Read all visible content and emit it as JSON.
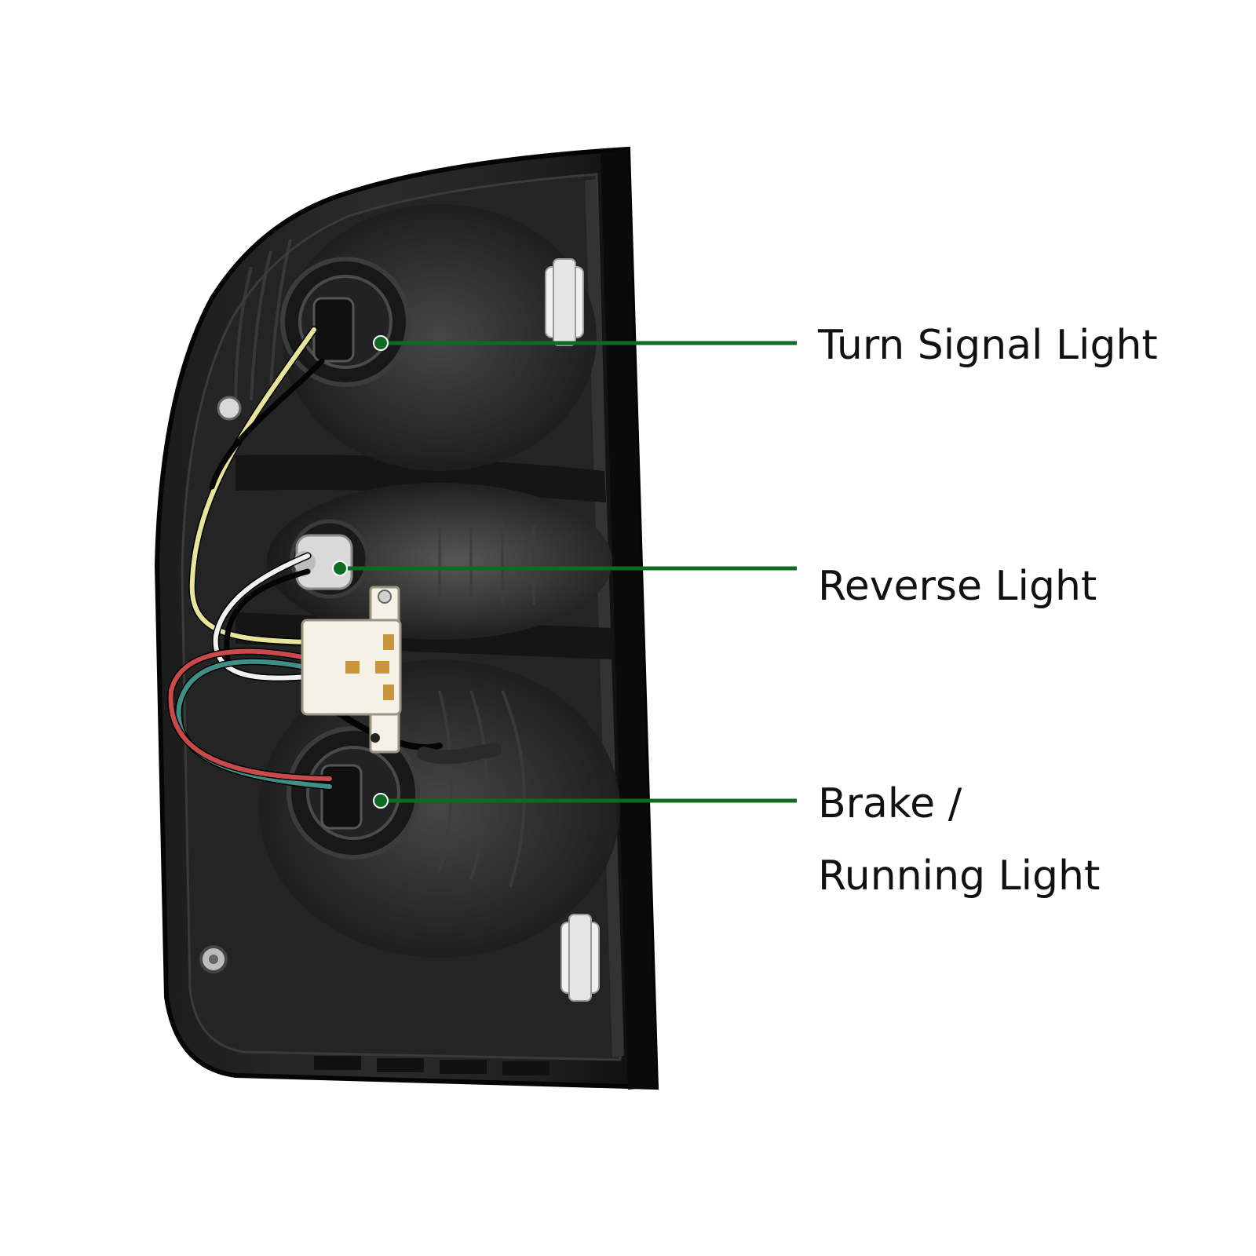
{
  "callouts": {
    "turn_signal": "Turn Signal Light",
    "reverse": "Reverse Light",
    "brake_line1": "Brake /",
    "brake_line2": "Running Light"
  },
  "colors": {
    "background": "#ffffff",
    "leader_line": "#0d6b24",
    "housing": "#1a1a1a",
    "wire_yellow": "#e8e59a",
    "wire_white": "#f2f2f2",
    "wire_green": "#3f8f86",
    "wire_red": "#c94a4a",
    "wire_black": "#0a0a0a",
    "connector": "#f5f1e6",
    "terminal": "#c9963c",
    "text": "#111111"
  },
  "icons": {
    "turn_signal_socket": "bulb-socket-icon",
    "reverse_socket": "bulb-socket-icon",
    "brake_socket": "bulb-socket-icon"
  }
}
